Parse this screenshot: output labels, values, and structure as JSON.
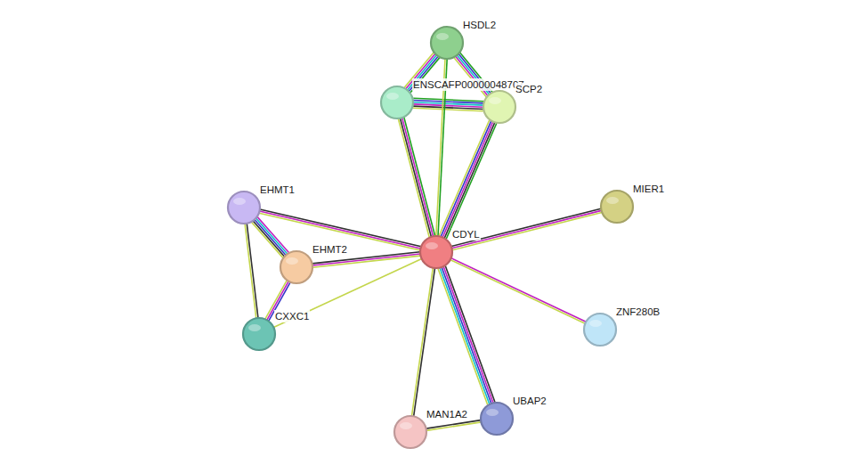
{
  "diagram": {
    "nodes": [
      {
        "text": [
          "HSDL2"
        ]
      },
      {
        "text": [
          "ENSCAFP00000048707"
        ]
      },
      {
        "text": [
          "SCP2"
        ]
      },
      {
        "text": [
          "EHMT1"
        ]
      },
      {
        "text": [
          "CDYL"
        ]
      },
      {
        "text": [
          "MIER1"
        ]
      },
      {
        "text": [
          "EHMT2"
        ]
      },
      {
        "text": [
          "CXXC1"
        ]
      },
      {
        "text": [
          "ZNF280B"
        ]
      },
      {
        "text": [
          "MAN1A2"
        ]
      },
      {
        "text": [
          "UBAP2"
        ]
      }
    ],
    "edges": [
      {
        "from": 0,
        "to": 1,
        "arrow": "none"
      },
      {
        "from": 0,
        "to": 2,
        "arrow": "none"
      },
      {
        "from": 1,
        "to": 2,
        "arrow": "none"
      },
      {
        "from": 0,
        "to": 4,
        "arrow": "none"
      },
      {
        "from": 1,
        "to": 4,
        "arrow": "none"
      },
      {
        "from": 2,
        "to": 4,
        "arrow": "none"
      },
      {
        "from": 3,
        "to": 4,
        "arrow": "none"
      },
      {
        "from": 3,
        "to": 6,
        "arrow": "none"
      },
      {
        "from": 3,
        "to": 7,
        "arrow": "none"
      },
      {
        "from": 6,
        "to": 4,
        "arrow": "none"
      },
      {
        "from": 6,
        "to": 7,
        "arrow": "none"
      },
      {
        "from": 7,
        "to": 4,
        "arrow": "none"
      },
      {
        "from": 4,
        "to": 5,
        "arrow": "none"
      },
      {
        "from": 4,
        "to": 8,
        "arrow": "none"
      },
      {
        "from": 4,
        "to": 9,
        "arrow": "none"
      },
      {
        "from": 4,
        "to": 10,
        "arrow": "none"
      },
      {
        "from": 9,
        "to": 10,
        "arrow": "none"
      }
    ]
  }
}
